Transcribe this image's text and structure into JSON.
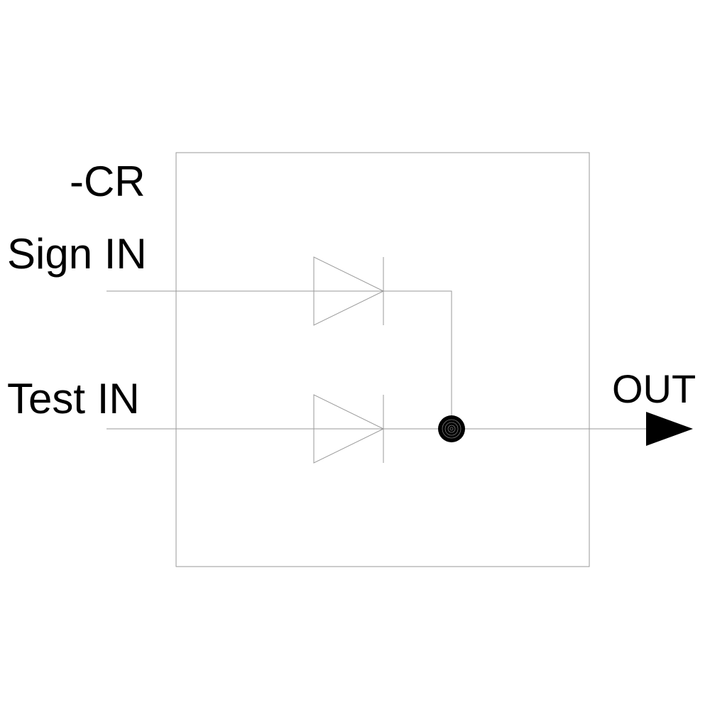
{
  "diagram": {
    "reference_designator": "-CR",
    "inputs": [
      {
        "label": "Sign IN"
      },
      {
        "label": "Test IN"
      }
    ],
    "output": {
      "label": "OUT"
    },
    "components": [
      {
        "type": "diode",
        "connects": "Sign IN"
      },
      {
        "type": "diode",
        "connects": "Test IN"
      }
    ],
    "junction": {
      "type": "connection-dot"
    },
    "colors": {
      "line": "#9a9a9a",
      "text": "#000000",
      "fill": "#000000"
    }
  }
}
